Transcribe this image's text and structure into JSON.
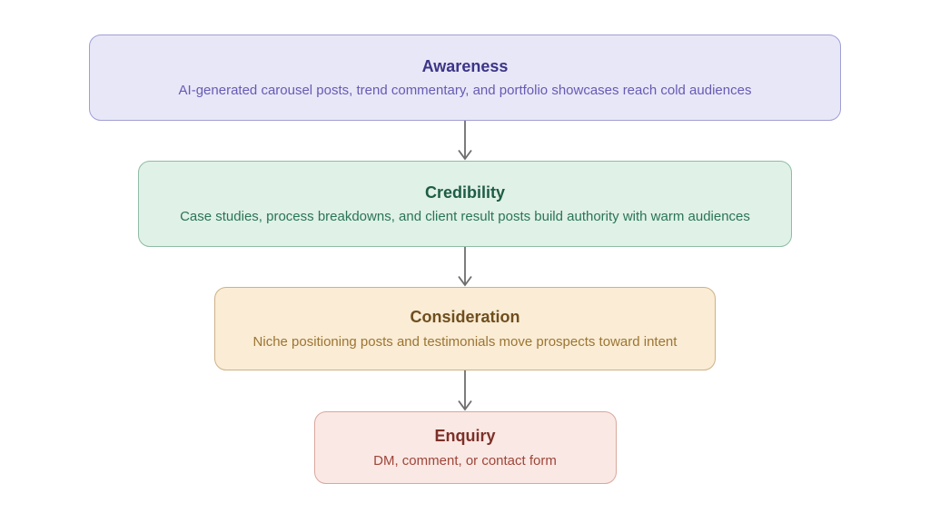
{
  "diagram": {
    "type": "vertical-funnel-flowchart",
    "background": "#ffffff",
    "arrow": {
      "color": "#6e6e6e"
    },
    "stages": [
      {
        "title": "Awareness",
        "description": "AI-generated carousel posts, trend commentary, and portfolio showcases reach cold audiences",
        "fill": "#e8e7f8",
        "border": "#a09fd6",
        "title_color": "#3c3587",
        "text_color": "#655bb3"
      },
      {
        "title": "Credibility",
        "description": "Case studies, process breakdowns, and client result posts build authority with warm audiences",
        "fill": "#e0f1e7",
        "border": "#8fbca4",
        "title_color": "#1e5c46",
        "text_color": "#2a7458"
      },
      {
        "title": "Consideration",
        "description": "Niche positioning posts and testimonials move prospects toward intent",
        "fill": "#faecd5",
        "border": "#cdb287",
        "title_color": "#6f4e1e",
        "text_color": "#9c7533"
      },
      {
        "title": "Enquiry",
        "description": "DM, comment, or contact form",
        "fill": "#fae8e4",
        "border": "#d8a89d",
        "title_color": "#7c3028",
        "text_color": "#9e463a"
      }
    ]
  }
}
